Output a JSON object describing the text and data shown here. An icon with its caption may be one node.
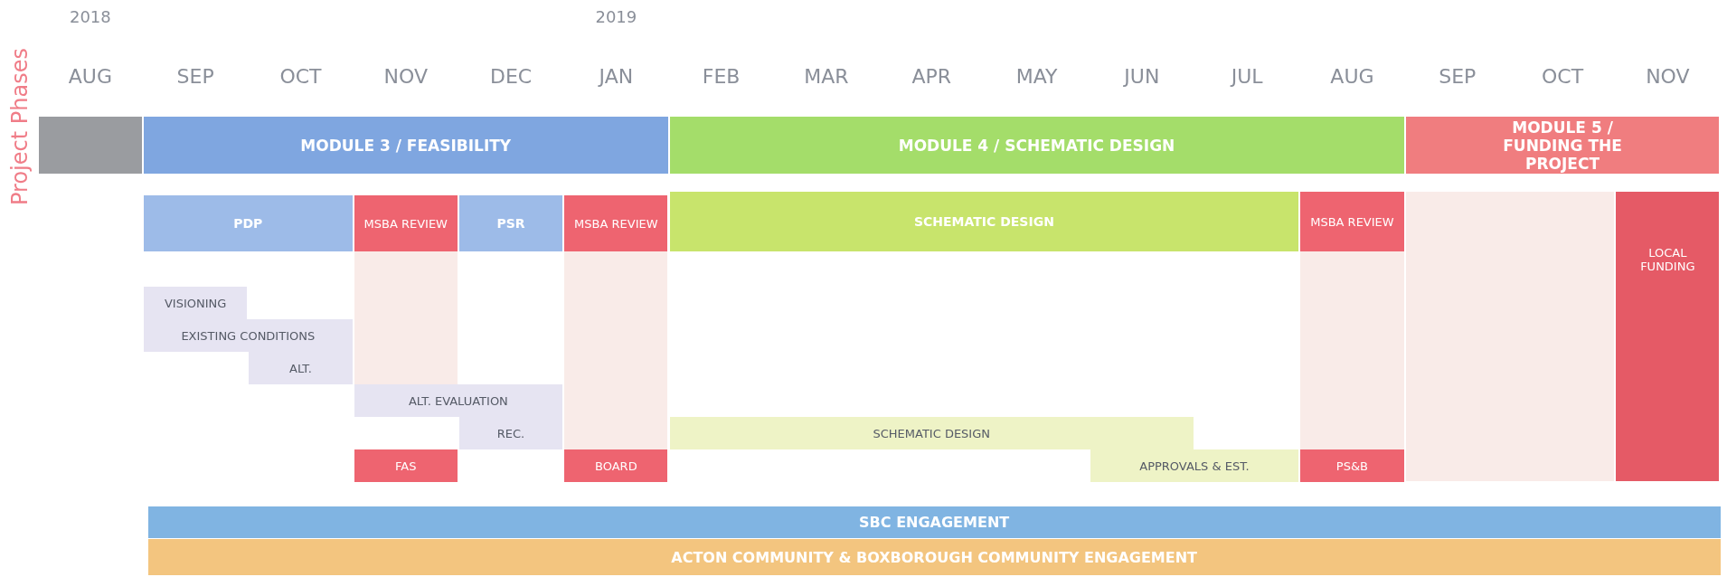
{
  "diagram": {
    "nodes": [
      {
        "text": [],
        "shape": "box"
      },
      {
        "text": [
          "MODULE 3 / FEASIBILITY"
        ]
      },
      {
        "text": [
          "MODULE 4 / SCHEMATIC DESIGN"
        ]
      },
      {
        "text": [
          "MODULE 5 / FUNDING THE PROJECT"
        ]
      },
      {
        "text": [
          "PDP"
        ]
      },
      {
        "text": [
          "MSBA REVIEW"
        ]
      },
      {
        "text": [
          "PSR"
        ]
      },
      {
        "text": [
          "MSBA REVIEW"
        ]
      },
      {
        "text": [
          "SCHEMATIC DESIGN"
        ]
      },
      {
        "text": [
          "MSBA REVIEW"
        ]
      },
      {
        "text": [
          "LOCAL FUNDING"
        ]
      },
      {
        "text": [
          "VISIONING"
        ]
      },
      {
        "text": [
          "EXISTING CONDITIONS"
        ]
      },
      {
        "text": [
          "ALT."
        ]
      },
      {
        "text": [
          "ALT. EVALUATION"
        ]
      },
      {
        "text": [
          "REC."
        ]
      },
      {
        "text": [
          "SCHEMATIC DESIGN"
        ]
      },
      {
        "text": [
          "FAS"
        ]
      },
      {
        "text": [
          "BOARD"
        ]
      },
      {
        "text": [
          "APPROVALS & EST."
        ]
      },
      {
        "text": [
          "PS&B"
        ]
      },
      {
        "text": [
          "SBC ENGAGEMENT"
        ]
      },
      {
        "text": [
          "ACTON COMMUNITY & BOXBOROUGH COMMUNITY ENGAGEMENT"
        ]
      },
      {
        "text": [],
        "shape": "bar"
      },
      {
        "text": [],
        "shape": "bar"
      },
      {
        "text": [],
        "shape": "bar"
      },
      {
        "text": [],
        "shape": "bar"
      }
    ],
    "edges": [],
    "labels": [
      "2018",
      "2019",
      "AUG",
      "SEP",
      "OCT",
      "NOV",
      "DEC",
      "JAN",
      "FEB",
      "MAR",
      "APR",
      "MAY",
      "JUN",
      "JUL",
      "AUG",
      "SEP",
      "OCT",
      "NOV",
      "Project Phases"
    ]
  }
}
